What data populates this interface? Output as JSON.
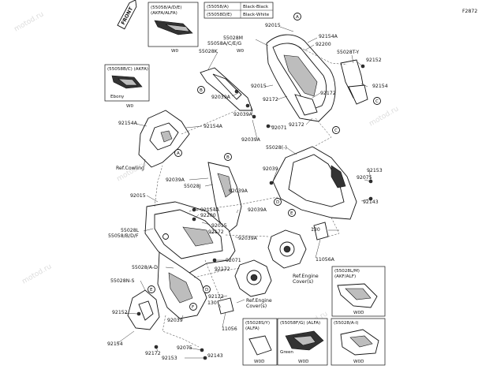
{
  "diagram_id": "F2872",
  "front_tag": "FRONT",
  "watermark": "motod.ru",
  "finish_note_top": "W0",
  "color_table": [
    {
      "code": "(55058/A)",
      "color": "Black-Black"
    },
    {
      "code": "(55058D/E)",
      "color": "Black-White"
    }
  ],
  "inset_top": {
    "codes": "(55058/A/D/E)",
    "sub": "(AKFA/ALFA)",
    "note": "W0"
  },
  "inset_left": {
    "codes": "(55058B/C) (AKFA)",
    "color": "Ebony",
    "note": "W0"
  },
  "inset_br1": {
    "codes": "(55028L/M)",
    "sub": "(AKF/ALF)",
    "note": "W0D"
  },
  "inset_bb1": {
    "codes": "(55028S/Y)",
    "sub": "(ALFA)",
    "note": "W0D"
  },
  "inset_bb2": {
    "codes": "(55058F/G) (ALFA)",
    "color": "Green",
    "note": "W0D"
  },
  "inset_bb3": {
    "codes": "(55028/A-I)",
    "note": "W0D"
  },
  "callouts": [
    "A",
    "B",
    "C",
    "D",
    "E",
    "F"
  ],
  "labels": {
    "l01": "92015",
    "l02": "92154A",
    "l03": "55028M",
    "l04": "55058A/C/E/G",
    "l05": "92200",
    "l06": "55028K",
    "l07": "55028T-Y",
    "l08": "92152",
    "l09": "92154",
    "l10": "92015",
    "l11": "92039A",
    "l12": "92172",
    "l13": "92172",
    "l14": "92039A",
    "l15": "92071",
    "l16": "92172",
    "l17": "92154A",
    "l18": "92154A",
    "l19": "92039A",
    "l20": "55028(-)",
    "l21": "92039",
    "l22": "92153",
    "l23": "92075",
    "l24": "Ref.Cowling",
    "l25": "92039A",
    "l26": "55028J",
    "l27": "92039A",
    "l28": "92015",
    "l29": "92039A",
    "l30": "92154A",
    "l31": "92200",
    "l32": "92015",
    "l33": "92172",
    "l34": "92143",
    "l35": "55028L",
    "l36": "55058/B/D/F",
    "l37": "92039A",
    "l38": "130",
    "l39": "92071",
    "l40": "11056A",
    "l41": "55028/A-D",
    "l42": "92172",
    "l43": "Ref.Engine",
    "l44": "Cover(s)",
    "l45": "55028N-S",
    "l46": "92172",
    "l47": "130",
    "l48": "Ref.Engine",
    "l49": "Cover(s)",
    "l50": "92152",
    "l51": "92039",
    "l52": "11056",
    "l53": "92154",
    "l54": "92172",
    "l55": "92075",
    "l56": "92153",
    "l57": "92143"
  }
}
